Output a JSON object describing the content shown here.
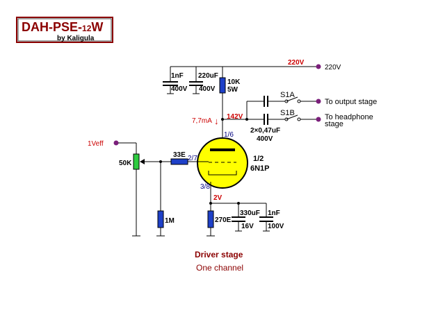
{
  "header": {
    "title_main": "DAH-PSE-",
    "title_small": "12",
    "title_end": "W",
    "byline": "by Kaligula"
  },
  "rails": {
    "supply_red": "220V",
    "supply_label": "220V",
    "plate_red": "142V",
    "current": "7,7mA",
    "cathode_red": "2V"
  },
  "components": {
    "c_1nF_top": {
      "value": "1nF",
      "rating": "400V"
    },
    "c_220uF": {
      "value": "220uF",
      "rating": "400V"
    },
    "r_10K": {
      "value": "10K",
      "rating": "5W"
    },
    "c_coupling": {
      "value": "2×0,47uF",
      "rating": "400V"
    },
    "s1a": "S1A",
    "s1b": "S1B",
    "out_stage": "To output stage",
    "out_hp_1": "To headphone",
    "out_hp_2": "stage",
    "input": "1Veff",
    "pot": "50K",
    "grid_r": "33E",
    "grid_leak": "1M",
    "tube_half": "1/2",
    "tube_type": "6N1P",
    "pin_plate": "1/6",
    "pin_grid": "2/7",
    "pin_cathode": "3/8",
    "r_cathode": "270E",
    "c_330uF": {
      "value": "330uF",
      "rating": "16V"
    },
    "c_1nF_bot": {
      "value": "1nF",
      "rating": "100V"
    }
  },
  "footer": {
    "title": "Driver stage",
    "subtitle": "One channel"
  },
  "colors": {
    "title_box": "#8b0000",
    "resistor": "#1e40c8",
    "pot": "#2ecc40",
    "tube": "#ffff00",
    "terminal": "#7b1f7b",
    "red_text": "#cc0000"
  }
}
